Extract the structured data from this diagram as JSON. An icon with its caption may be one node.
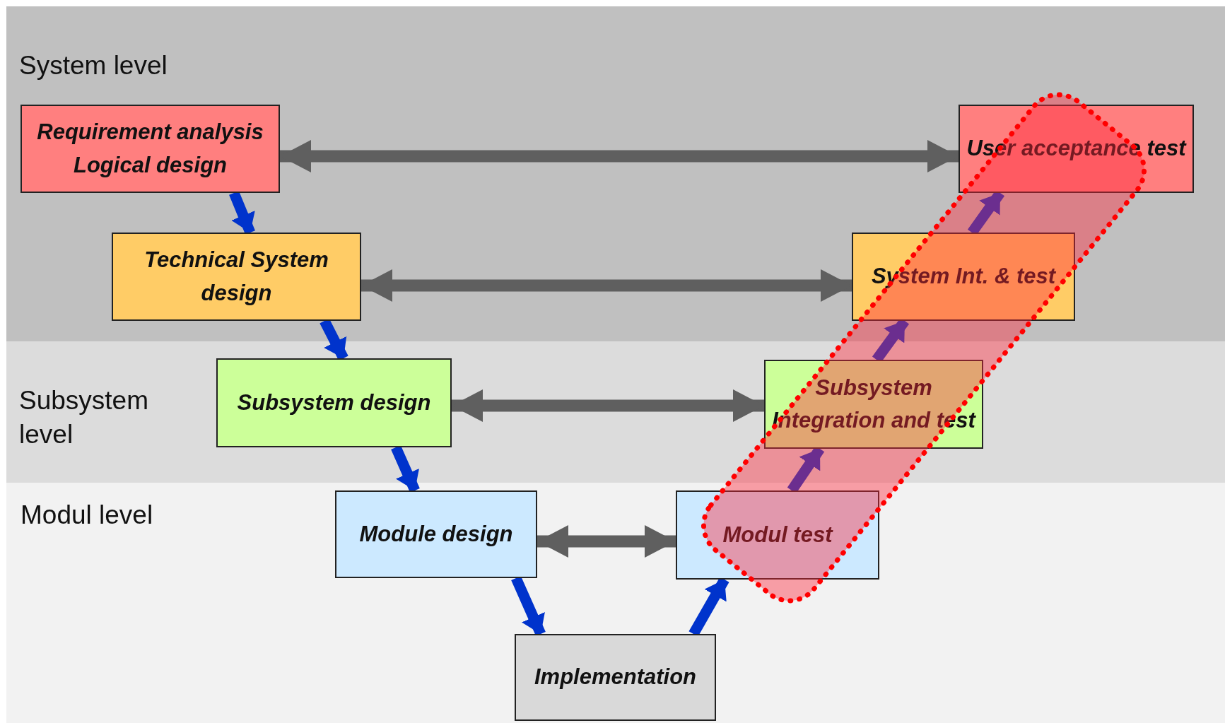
{
  "diagram": {
    "nodes": [
      {
        "text": [
          "System level"
        ]
      },
      {
        "text": [
          "Subsystem level"
        ]
      },
      {
        "text": [
          "Modul level"
        ]
      },
      {
        "text": [
          "Requirement analysis",
          "Logical design"
        ],
        "in": 0
      },
      {
        "text": [
          "Technical System design"
        ],
        "in": 0
      },
      {
        "text": [
          "Subsystem design"
        ],
        "in": 1
      },
      {
        "text": [
          "Module design"
        ],
        "in": 2
      },
      {
        "text": [
          "Implementation"
        ],
        "in": 2
      },
      {
        "text": [
          "Modul test"
        ],
        "in": 2
      },
      {
        "text": [
          "Subsystem Integration and test"
        ],
        "in": 1
      },
      {
        "text": [
          "System Int. & test"
        ],
        "in": 0
      },
      {
        "text": [
          "User acceptance test"
        ],
        "in": 0
      }
    ],
    "edges": [
      {
        "from": 3,
        "to": 4,
        "arrow": "to"
      },
      {
        "from": 4,
        "to": 5,
        "arrow": "to"
      },
      {
        "from": 5,
        "to": 6,
        "arrow": "to"
      },
      {
        "from": 6,
        "to": 7,
        "arrow": "to"
      },
      {
        "from": 7,
        "to": 8,
        "arrow": "to"
      },
      {
        "from": 8,
        "to": 9,
        "arrow": "to"
      },
      {
        "from": 9,
        "to": 10,
        "arrow": "to"
      },
      {
        "from": 10,
        "to": 11,
        "arrow": "to"
      },
      {
        "from": 3,
        "to": 11,
        "arrow": "both",
        "color": "#5f5f5f"
      },
      {
        "from": 4,
        "to": 10,
        "arrow": "both",
        "color": "#5f5f5f"
      },
      {
        "from": 5,
        "to": 9,
        "arrow": "both",
        "color": "#5f5f5f"
      },
      {
        "from": 6,
        "to": 8,
        "arrow": "both",
        "color": "#5f5f5f"
      }
    ]
  }
}
